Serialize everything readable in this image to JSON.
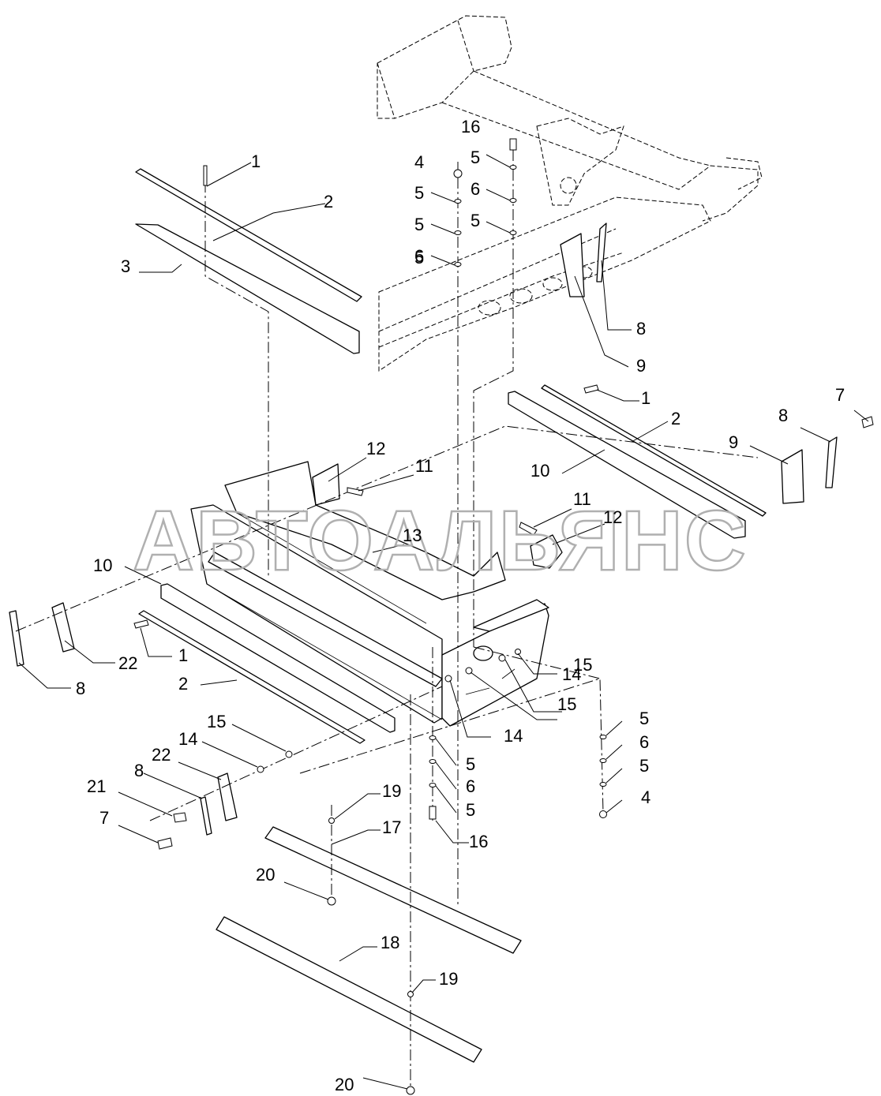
{
  "watermark": "АВТОАЛЬЯНС",
  "callouts": [
    {
      "n": "1"
    },
    {
      "n": "2"
    },
    {
      "n": "3"
    },
    {
      "n": "4"
    },
    {
      "n": "5"
    },
    {
      "n": "5"
    },
    {
      "n": "6"
    },
    {
      "n": "5"
    },
    {
      "n": "16"
    },
    {
      "n": "5"
    },
    {
      "n": "6"
    },
    {
      "n": "5"
    },
    {
      "n": "8"
    },
    {
      "n": "9"
    },
    {
      "n": "1"
    },
    {
      "n": "2"
    },
    {
      "n": "10"
    },
    {
      "n": "7"
    },
    {
      "n": "8"
    },
    {
      "n": "9"
    },
    {
      "n": "12"
    },
    {
      "n": "11"
    },
    {
      "n": "11"
    },
    {
      "n": "12"
    },
    {
      "n": "13"
    },
    {
      "n": "10"
    },
    {
      "n": "22"
    },
    {
      "n": "1"
    },
    {
      "n": "8"
    },
    {
      "n": "2"
    },
    {
      "n": "14"
    },
    {
      "n": "15"
    },
    {
      "n": "15"
    },
    {
      "n": "14"
    },
    {
      "n": "5"
    },
    {
      "n": "6"
    },
    {
      "n": "5"
    },
    {
      "n": "16"
    },
    {
      "n": "5"
    },
    {
      "n": "6"
    },
    {
      "n": "5"
    },
    {
      "n": "4"
    },
    {
      "n": "15"
    },
    {
      "n": "14"
    },
    {
      "n": "22"
    },
    {
      "n": "8"
    },
    {
      "n": "21"
    },
    {
      "n": "7"
    },
    {
      "n": "19"
    },
    {
      "n": "17"
    },
    {
      "n": "20"
    },
    {
      "n": "18"
    },
    {
      "n": "19"
    },
    {
      "n": "20"
    }
  ]
}
